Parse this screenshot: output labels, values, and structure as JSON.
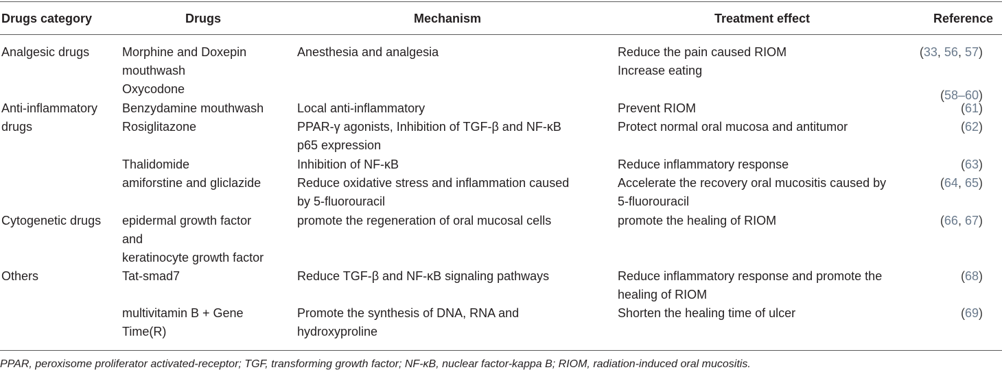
{
  "table": {
    "headers": {
      "category": "Drugs category",
      "drugs": "Drugs",
      "mechanism": "Mechanism",
      "effect": "Treatment effect",
      "reference": "Reference"
    },
    "rows": [
      {
        "category": "Analgesic drugs",
        "drugs": [
          "Morphine and Doxepin",
          "mouthwash"
        ],
        "mechanism": [
          "Anesthesia and analgesia"
        ],
        "effect": [
          "Reduce the pain caused RIOM",
          "Increase eating"
        ],
        "reference": [
          "(",
          "33",
          ", ",
          "56",
          ", ",
          "57",
          ")"
        ]
      },
      {
        "category": "",
        "drugs": [
          "Oxycodone"
        ],
        "mechanism": [],
        "effect": [],
        "reference": [
          "(",
          "58–60",
          ")"
        ]
      },
      {
        "category": "Anti-inflammatory",
        "drugs": [
          "Benzydamine mouthwash"
        ],
        "mechanism": [
          "Local anti-inflammatory"
        ],
        "effect": [
          "Prevent RIOM"
        ],
        "reference": [
          "(",
          "61",
          ")"
        ]
      },
      {
        "category": "drugs",
        "drugs": [
          "Rosiglitazone"
        ],
        "mechanism": [
          "PPAR-γ agonists, Inhibition of TGF-β and NF-κB",
          "p65 expression"
        ],
        "effect": [
          "Protect normal oral mucosa and antitumor"
        ],
        "reference": [
          "(",
          "62",
          ")"
        ]
      },
      {
        "category": "",
        "drugs": [
          "Thalidomide"
        ],
        "mechanism": [
          "Inhibition of NF-κB"
        ],
        "effect": [
          "Reduce inflammatory response"
        ],
        "reference": [
          "(",
          "63",
          ")"
        ]
      },
      {
        "category": "",
        "drugs": [
          "amiforstine and gliclazide"
        ],
        "mechanism": [
          "Reduce oxidative stress and inflammation caused",
          "by 5-fluorouracil"
        ],
        "effect": [
          "Accelerate the recovery oral mucositis caused by",
          "5-fluorouracil"
        ],
        "reference": [
          "(",
          "64",
          ", ",
          "65",
          ")"
        ]
      },
      {
        "category": "Cytogenetic drugs",
        "drugs": [
          "epidermal growth factor",
          "and",
          "keratinocyte growth factor"
        ],
        "mechanism": [
          "promote the regeneration of oral mucosal cells"
        ],
        "effect": [
          "promote the healing of RIOM"
        ],
        "reference": [
          "(",
          "66",
          ", ",
          "67",
          ")"
        ]
      },
      {
        "category": "Others",
        "drugs": [
          "Tat-smad7"
        ],
        "mechanism": [
          "Reduce TGF-β and NF-κB signaling pathways"
        ],
        "effect": [
          "Reduce inflammatory response and promote the",
          "healing of RIOM"
        ],
        "reference": [
          "(",
          "68",
          ")"
        ]
      },
      {
        "category": "",
        "drugs": [
          "multivitamin B + Gene",
          "Time(R)"
        ],
        "mechanism": [
          "Promote the synthesis of DNA, RNA and",
          "hydroxyproline"
        ],
        "effect": [
          "Shorten the healing time of ulcer"
        ],
        "reference": [
          "(",
          "69",
          ")"
        ]
      }
    ]
  },
  "footnote": "PPAR, peroxisome proliferator activated-receptor; TGF, transforming growth factor; NF-κB, nuclear factor-kappa B; RIOM, radiation-induced oral mucositis."
}
